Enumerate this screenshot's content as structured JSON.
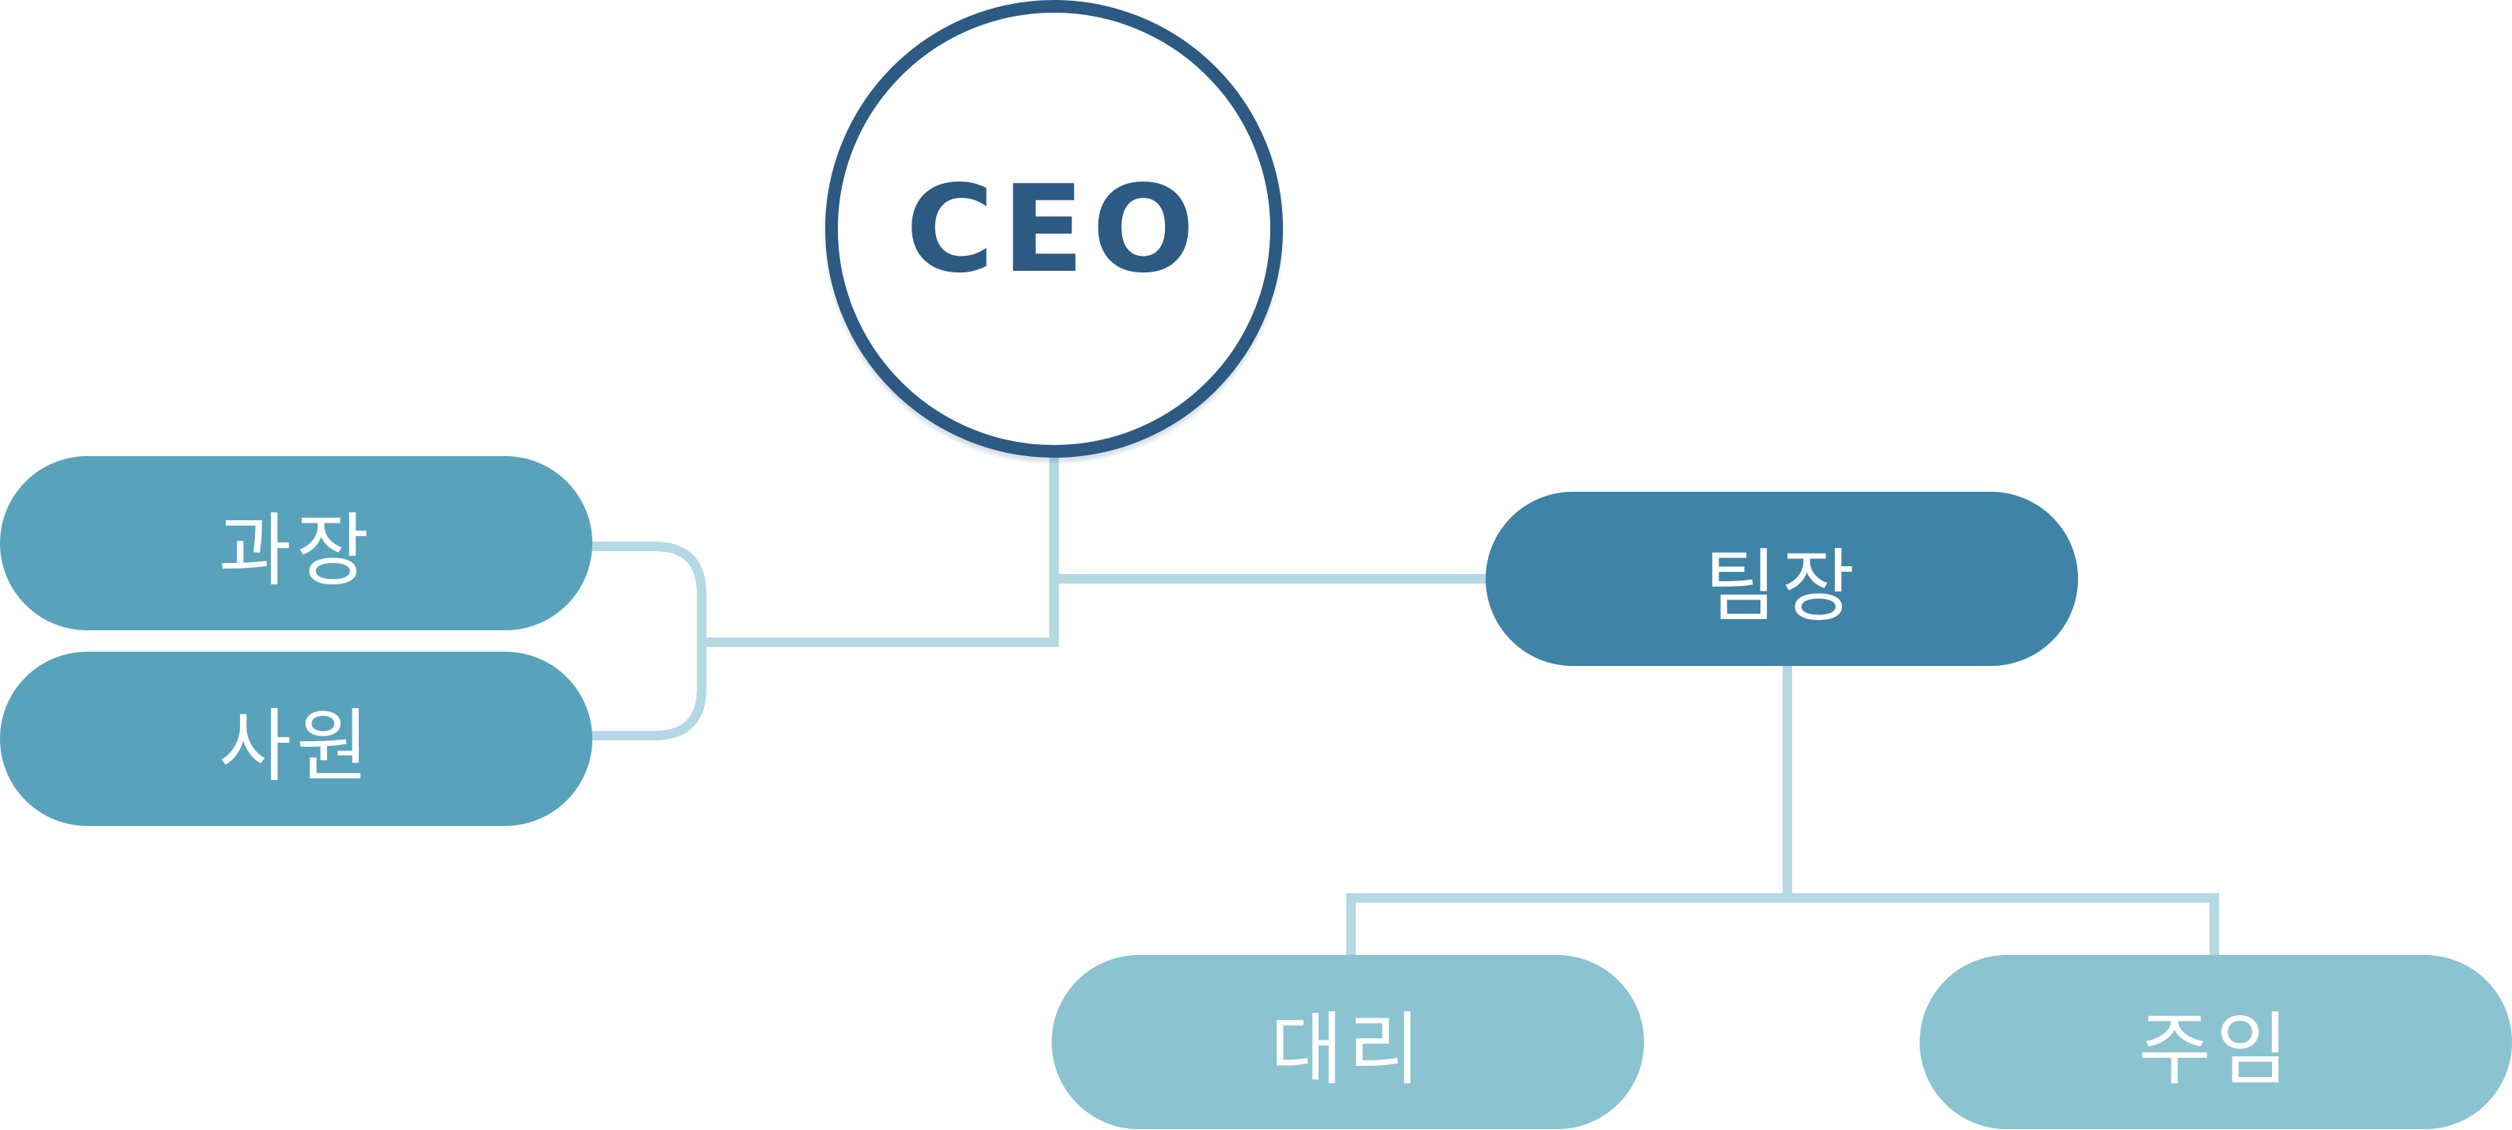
{
  "org_chart": {
    "ceo": {
      "label": "CEO"
    },
    "nodes": {
      "gwajang": {
        "label": "과장"
      },
      "sawon": {
        "label": "사원"
      },
      "timjang": {
        "label": "팀장"
      },
      "daeri": {
        "label": "대리"
      },
      "juim": {
        "label": "주임"
      }
    },
    "links": [
      {
        "from": "CEO",
        "to": "팀장"
      },
      {
        "from": "CEO",
        "to": "과장"
      },
      {
        "from": "CEO",
        "to": "사원"
      },
      {
        "from": "팀장",
        "to": "대리"
      },
      {
        "from": "팀장",
        "to": "주임"
      }
    ]
  },
  "colors": {
    "ceo_border": "#2c5a82",
    "ceo_text": "#2c5a82",
    "left_nodes": "#58a3bb",
    "timjang_node": "#3f83a7",
    "bottom_nodes": "#8bc3d1",
    "connector": "#b5d9e2",
    "node_text": "#ffffff"
  }
}
